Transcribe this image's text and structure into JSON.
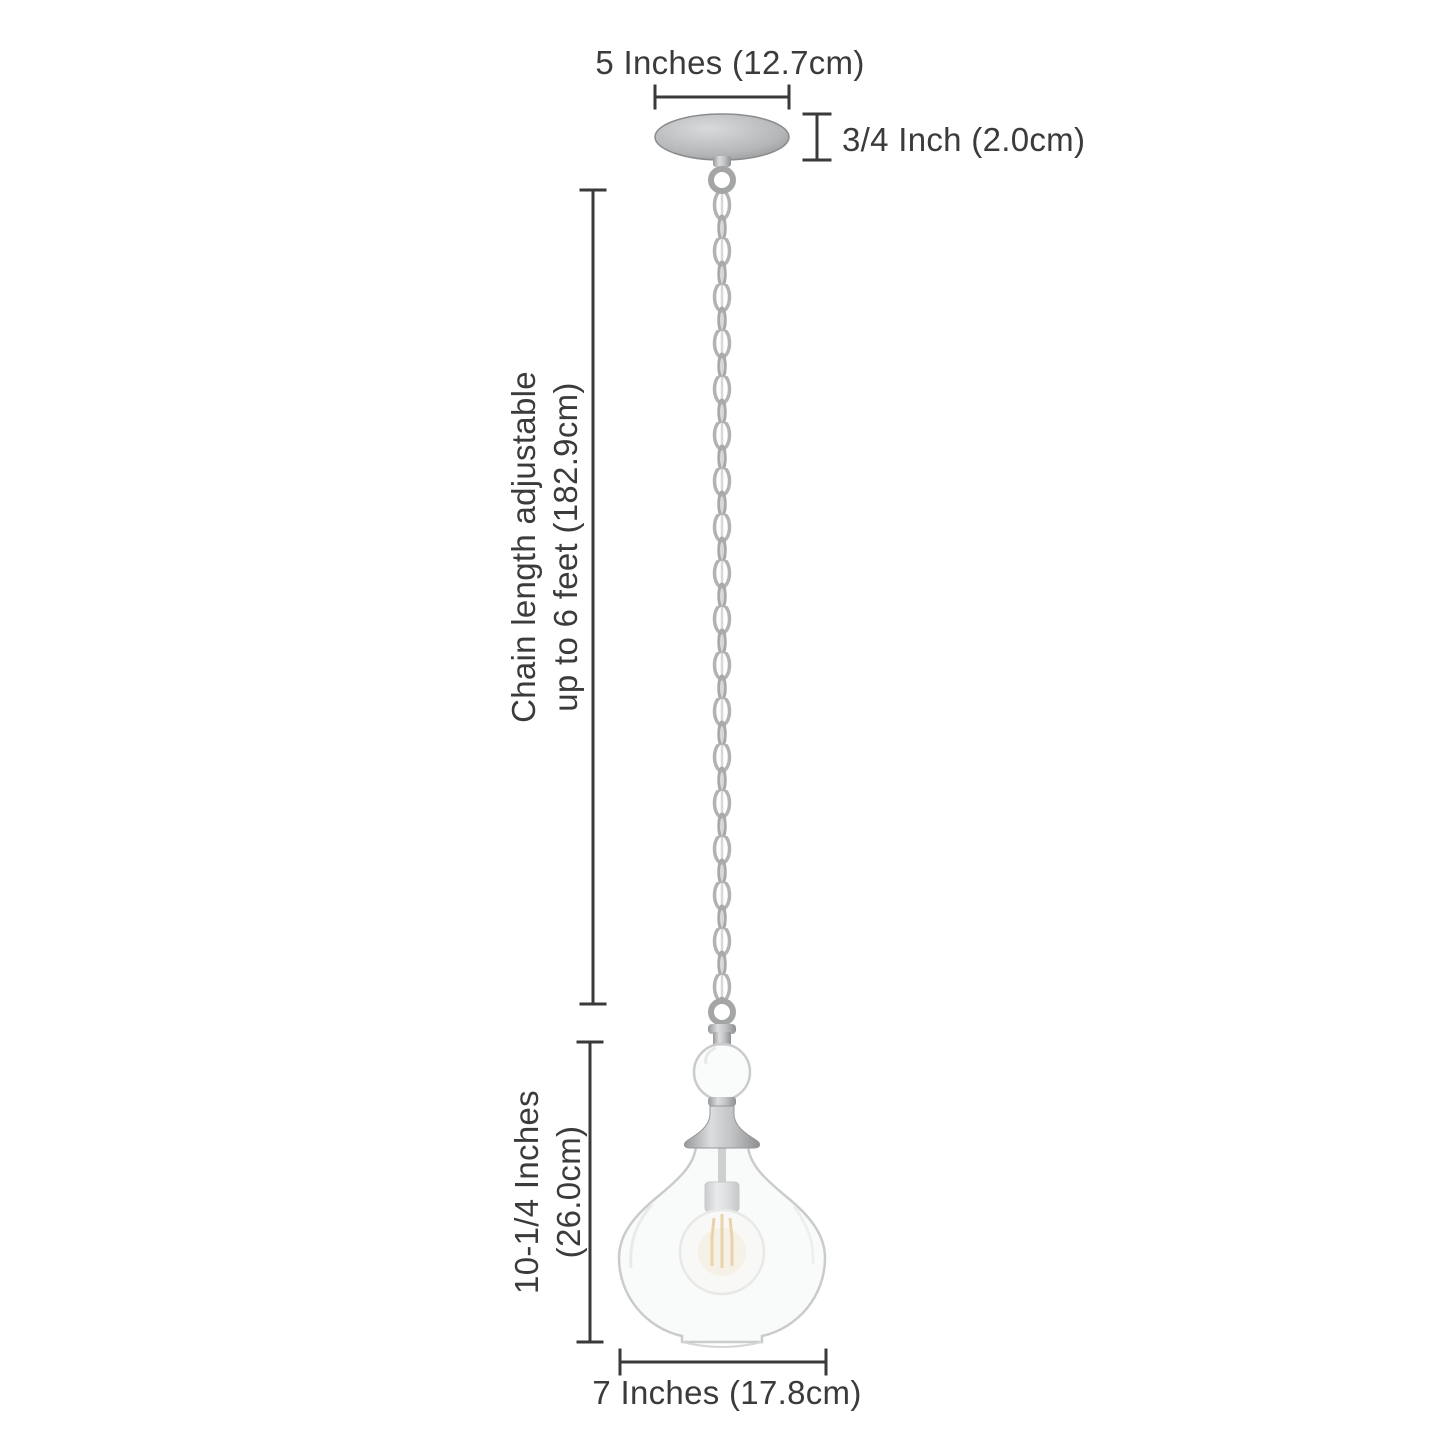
{
  "diagram": {
    "labels": {
      "canopy_width": "5 Inches (12.7cm)",
      "canopy_height": "3/4 Inch (2.0cm)",
      "chain_length_line1": "Chain length adjustable",
      "chain_length_line2": "up to 6 feet (182.9cm)",
      "fixture_height_line1": "10-1/4 Inches",
      "fixture_height_line2": "(26.0cm)",
      "shade_width": "7 Inches (17.8cm)"
    },
    "colors": {
      "background": "#ffffff",
      "dimension_lines": "#3a3a3a",
      "text": "#3b3b3b",
      "metal": "#b3b5b7",
      "glass_outline": "#c9cbcd",
      "filament": "#d9a84f"
    }
  }
}
